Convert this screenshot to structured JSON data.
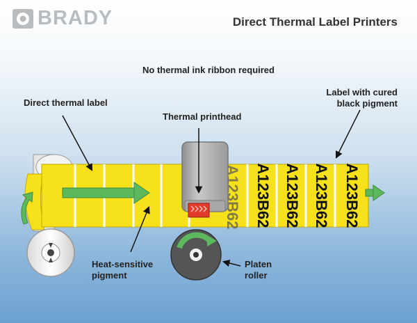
{
  "brand": {
    "name": "BRADY"
  },
  "header": {
    "title": "Direct Thermal Label Printers"
  },
  "note": "No thermal ink ribbon required",
  "callouts": {
    "direct_label": "Direct thermal label",
    "printhead": "Thermal printhead",
    "cured_line1": "Label with cured",
    "cured_line2": "black pigment",
    "pigment_line1": "Heat-sensitive",
    "pigment_line2": "pigment",
    "platen_line1": "Platen",
    "platen_line2": "roller"
  },
  "printed_label_text": "A123B62",
  "colors": {
    "label_yellow": "#f7e11a",
    "arrow_green": "#5cb85c",
    "printhead_gray": "#b4b4b4",
    "heat_red": "#e23b2a",
    "roller_dark": "#555555"
  }
}
